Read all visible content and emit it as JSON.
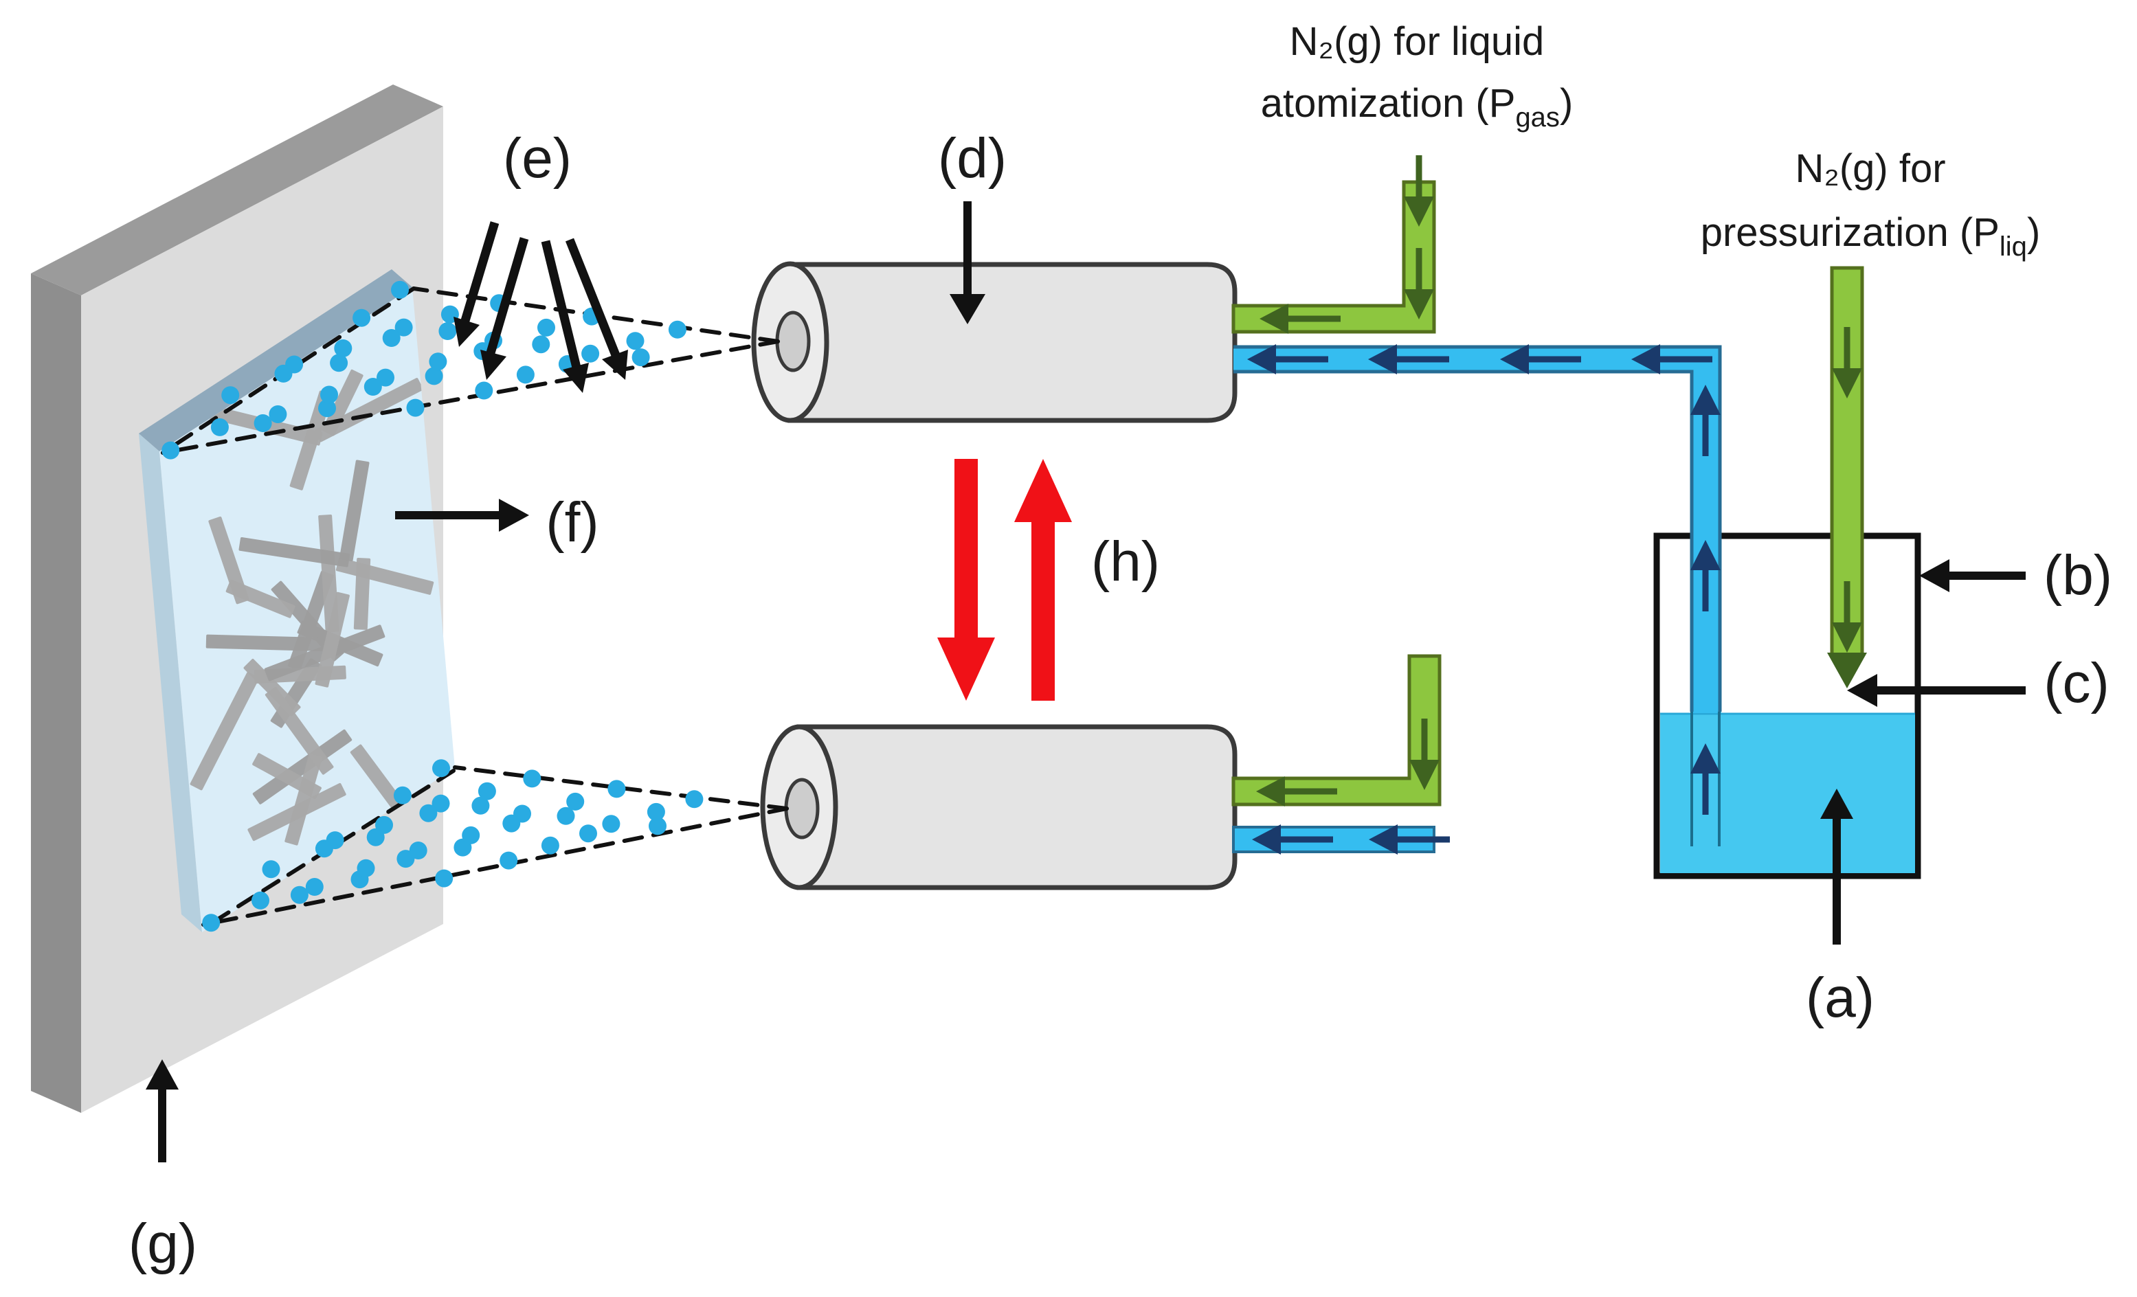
{
  "diagram": {
    "labels": {
      "a": "(a)",
      "b": "(b)",
      "c": "(c)",
      "d": "(d)",
      "e": "(e)",
      "f": "(f)",
      "g": "(g)",
      "h": "(h)"
    },
    "captions": {
      "atomization": {
        "line1": "N₂(g) for liquid",
        "line2_pre": "atomization (P",
        "line2_sub": "gas",
        "line2_post": ")"
      },
      "pressurization": {
        "line1": "N₂(g) for",
        "line2_pre": "pressurization (P",
        "line2_sub": "liq",
        "line2_post": ")"
      }
    },
    "colors": {
      "gas_tube": "#8dc63f",
      "gas_tube_stroke": "#54701e",
      "gas_arrow": "#3f6320",
      "liquid": "#45c8f0",
      "liquid_tube": "#35bdf0",
      "liquid_tube_stroke": "#266c94",
      "liquid_tube_deep": "#1b6e8e",
      "liquid_surface": "#29a8d8",
      "liquid_arrow": "#1a3a6b",
      "spray_dot": "#29abe2",
      "substrate_front": "#dcdcdc",
      "substrate_side": "#8e8e8e",
      "substrate_top": "#9b9b9b",
      "slide_front": "#daedf8",
      "slide_bevel": "#8fa9bc",
      "slide_edge": "#b5cfde",
      "fiber": "#a8a8a8",
      "fiber_dark": "#9d9d9d",
      "nozzle_fill": "#e4e4e4",
      "nozzle_face": "#ececec",
      "nozzle_bore": "#cdcdcd",
      "outline": "#3a3a3a",
      "red_arrow": "#f01117",
      "annotation": "#111111",
      "text": "#1a1a1a",
      "background": "#ffffff"
    },
    "spray": {
      "dot_radius": 13,
      "rows": 7
    },
    "fibers": {
      "count": 27,
      "min_len": 95,
      "max_len": 185,
      "width": 20,
      "seed": 11
    }
  }
}
